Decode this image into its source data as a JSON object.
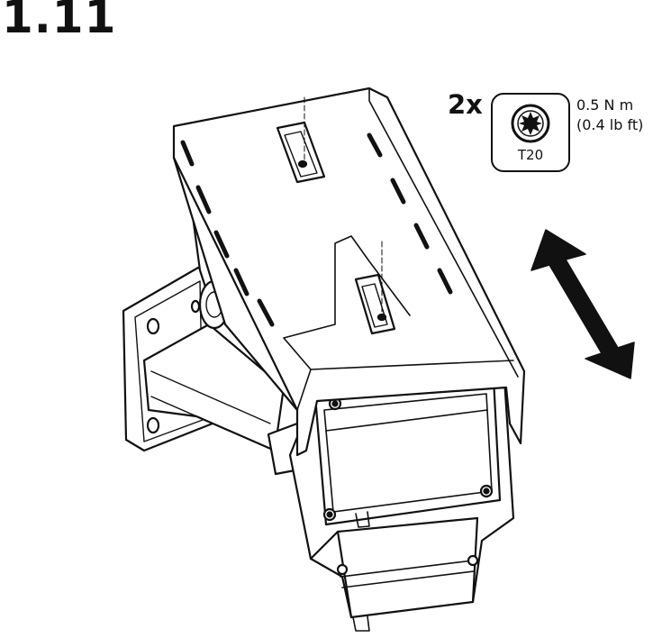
{
  "step": {
    "number": "1.11"
  },
  "fastener": {
    "quantity": "2x",
    "tool": "T20",
    "torque_nm": "0.5 N m",
    "torque_lbft": "(0.4 lb ft)",
    "tool_icon": "torx-bit-icon"
  },
  "illustration": {
    "subject": "camera-housing-on-wall-bracket",
    "motion_icon": "double-headed-arrow-icon",
    "line_color": "#111111",
    "fill_color": "#ffffff"
  }
}
